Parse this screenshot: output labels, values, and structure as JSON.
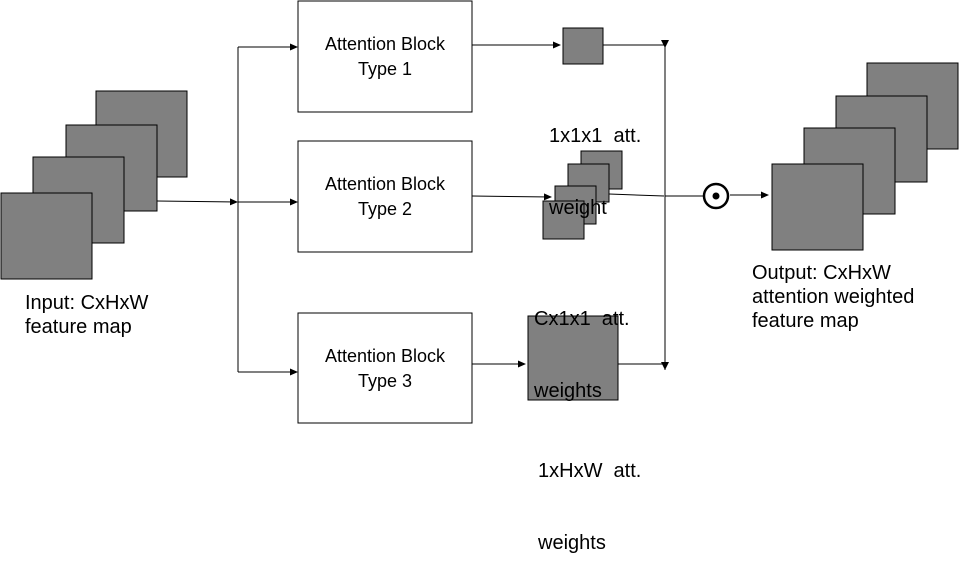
{
  "input": {
    "line1": "Input: CxHxW",
    "line2": "feature map"
  },
  "blocks": [
    {
      "line1": "Attention Block",
      "line2": "Type 1"
    },
    {
      "line1": "Attention Block",
      "line2": "Type 2"
    },
    {
      "line1": "Attention Block",
      "line2": "Type 3"
    }
  ],
  "weights": [
    {
      "line1": "1x1x1  att.",
      "line2": "weight"
    },
    {
      "line1": "Cx1x1  att.",
      "line2": "weights"
    },
    {
      "line1": "1xHxW  att.",
      "line2": "weights"
    }
  ],
  "operator": {
    "symbol": "⊙",
    "name": "element-wise product"
  },
  "output": {
    "line1": "Output: CxHxW",
    "line2": "attention weighted",
    "line3": "feature map"
  },
  "colors": {
    "tensor_fill": "#808080",
    "stroke": "#000000"
  }
}
